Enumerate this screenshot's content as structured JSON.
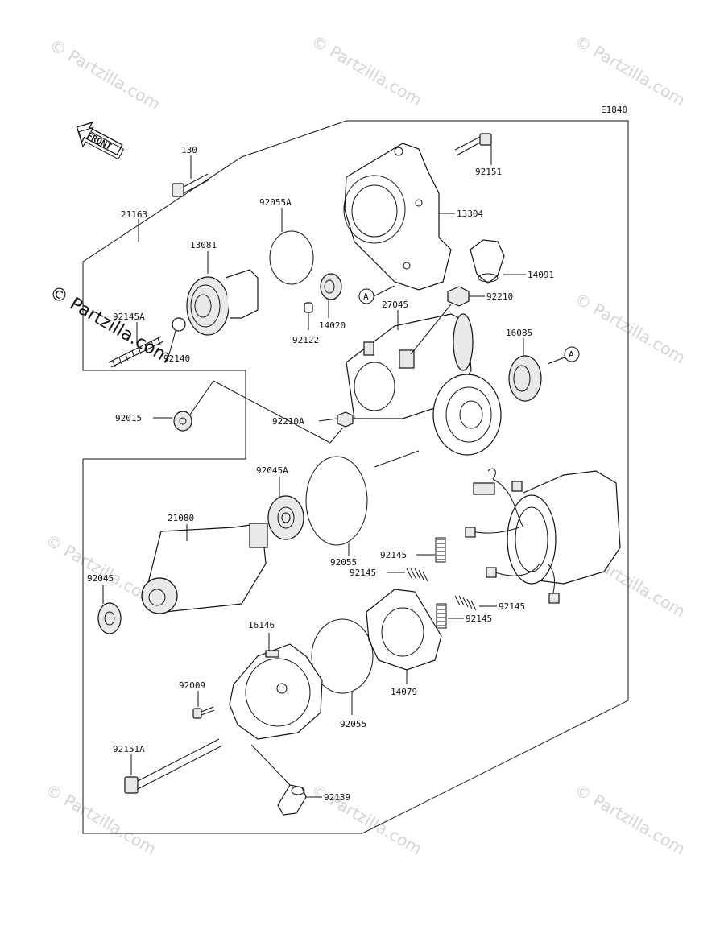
{
  "diagram_code": "E1840",
  "front_label": "FRONT",
  "ref_marker": "A",
  "watermark": "© Partzilla.com",
  "parts": {
    "p130": "130",
    "p92151": "92151",
    "p21163": "21163",
    "p92055A": "92055A",
    "p13304": "13304",
    "p13081": "13081",
    "p14091": "14091",
    "p92145A": "92145A",
    "p27045": "27045",
    "p92210": "92210",
    "p14020": "14020",
    "p92122": "92122",
    "p92140": "92140",
    "p16085": "16085",
    "p92015": "92015",
    "p92210A": "92210A",
    "p92045A": "92045A",
    "p21080": "21080",
    "p92055a": "92055",
    "p92145a": "92145",
    "p92145b": "92145",
    "p92045": "92045",
    "p92145c": "92145",
    "p92145d": "92145",
    "p16146": "16146",
    "p92009": "92009",
    "p14079": "14079",
    "p92055b": "92055",
    "p92151A": "92151A",
    "p92139": "92139"
  }
}
